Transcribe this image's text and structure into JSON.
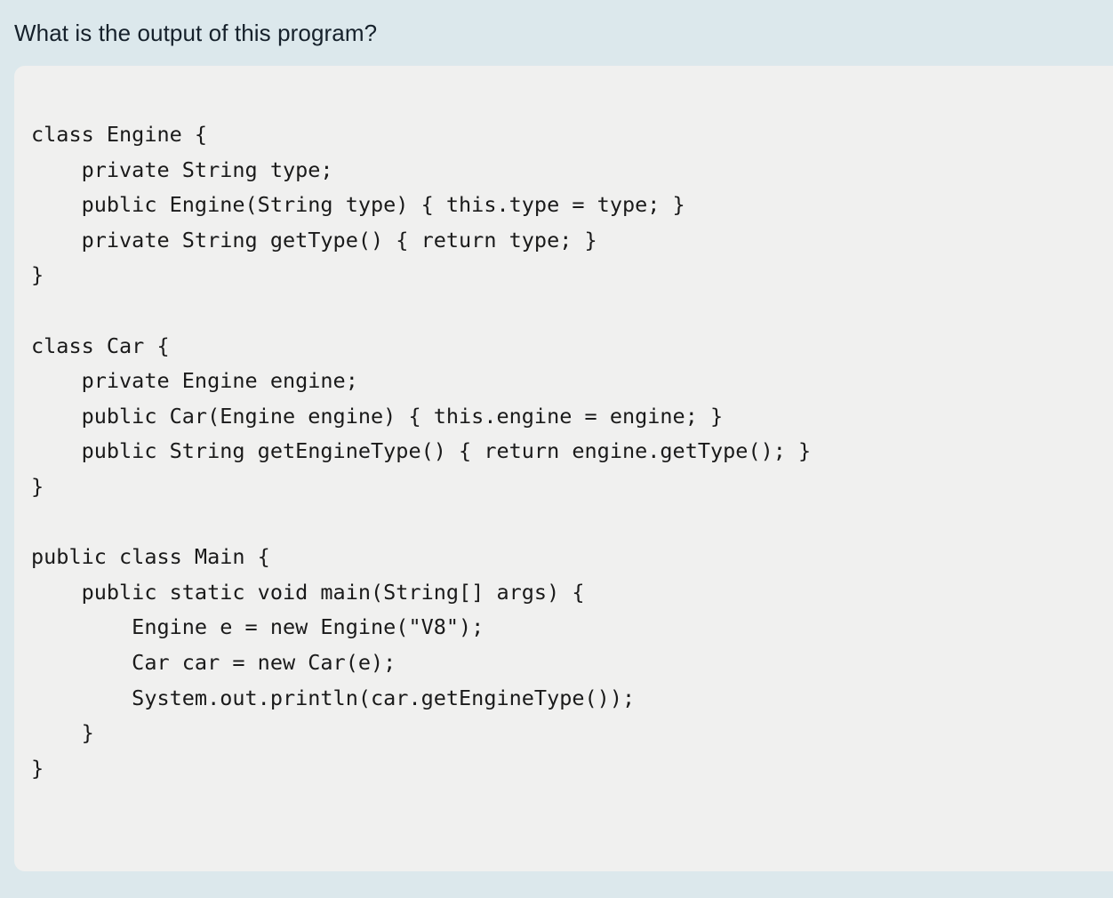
{
  "question": {
    "title": "What is the output of this program?"
  },
  "code": {
    "language": "java",
    "lines": [
      "class Engine {",
      "    private String type;",
      "    public Engine(String type) { this.type = type; }",
      "    private String getType() { return type; }",
      "}",
      "",
      "class Car {",
      "    private Engine engine;",
      "    public Car(Engine engine) { this.engine = engine; }",
      "    public String getEngineType() { return engine.getType(); }",
      "}",
      "",
      "public class Main {",
      "    public static void main(String[] args) {",
      "        Engine e = new Engine(\"V8\");",
      "        Car car = new Car(e);",
      "        System.out.println(car.getEngineType());",
      "    }",
      "}"
    ]
  },
  "colors": {
    "page_background": "#dce8ec",
    "card_background": "#f0f0ef",
    "title_text": "#16212b",
    "code_text": "#1a1a1a"
  }
}
